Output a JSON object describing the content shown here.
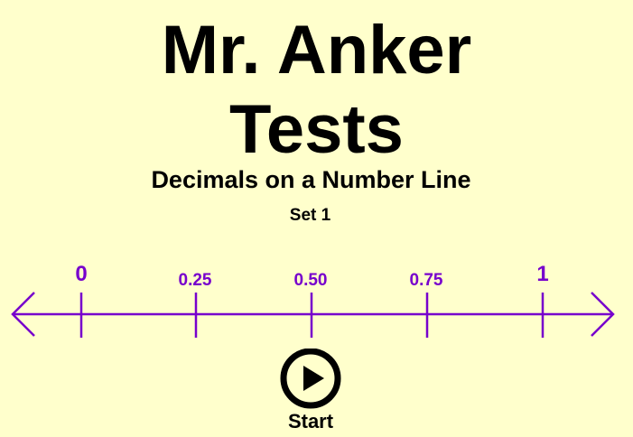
{
  "header": {
    "title_line1": "Mr. Anker",
    "title_line2": "Tests",
    "subtitle": "Decimals on a Number Line",
    "set_label": "Set 1"
  },
  "number_line": {
    "color": "#7700cc",
    "tick_labels": [
      "0",
      "0.25",
      "0.50",
      "0.75",
      "1"
    ]
  },
  "start": {
    "label": "Start",
    "icon": "play-circle-icon"
  },
  "colors": {
    "background": "#ffffcc",
    "text": "#000000",
    "accent": "#7700cc"
  }
}
